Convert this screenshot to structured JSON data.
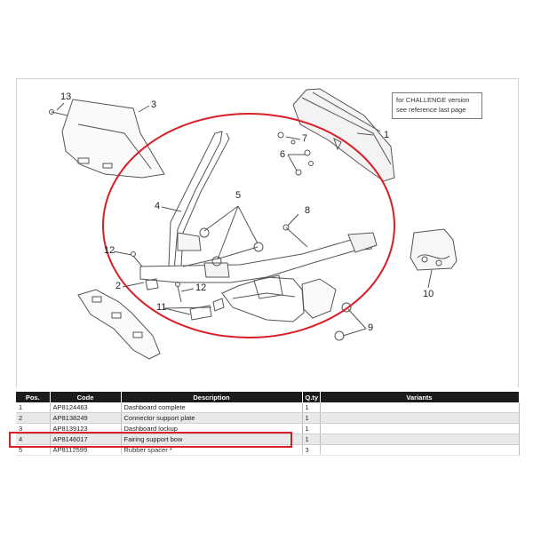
{
  "note": {
    "line1": "for CHALLENGE version",
    "line2": "see reference last page"
  },
  "callouts": {
    "c13": "13",
    "c3": "3",
    "c7": "7",
    "c1": "1",
    "c6": "6",
    "c4": "4",
    "c5": "5",
    "c8": "8",
    "c12a": "12",
    "c2": "2",
    "c12b": "12",
    "c11": "11",
    "c10": "10",
    "c9": "9"
  },
  "table": {
    "headers": {
      "pos": "Pos.",
      "code": "Code",
      "description": "Description",
      "qty": "Q.ty",
      "variants": "Variants"
    },
    "rows": [
      {
        "pos": "1",
        "code": "AP8124463",
        "description": "Dashboard complete",
        "qty": "1",
        "variants": ""
      },
      {
        "pos": "2",
        "code": "AP8138249",
        "description": "Connector support plate",
        "qty": "1",
        "variants": ""
      },
      {
        "pos": "3",
        "code": "AP8139123",
        "description": "Dashboard lockup",
        "qty": "1",
        "variants": ""
      },
      {
        "pos": "4",
        "code": "AP8146017",
        "description": "Fairing support bow",
        "qty": "1",
        "variants": ""
      },
      {
        "pos": "5",
        "code": "AP8112599",
        "description": "Rubber spacer *",
        "qty": "3",
        "variants": ""
      }
    ]
  },
  "colors": {
    "highlight": "#d91f26",
    "header_bg": "#1b1b1b",
    "line": "#555555"
  }
}
